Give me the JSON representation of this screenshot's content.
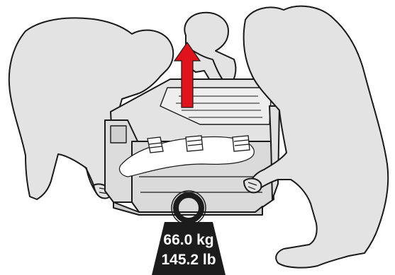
{
  "illustration": {
    "weight_kg": "66.0 kg",
    "weight_lb": "145.2 lb",
    "lift_arrow_color": "#e0121b",
    "figure_color": "#e3e3e3",
    "outline_color": "#1a1a1a",
    "weight_plate_color": "#1c1c1c",
    "icons": [
      "person-figure",
      "printer",
      "lift-up-arrow",
      "weight-icon",
      "hand-grip-marker"
    ]
  }
}
